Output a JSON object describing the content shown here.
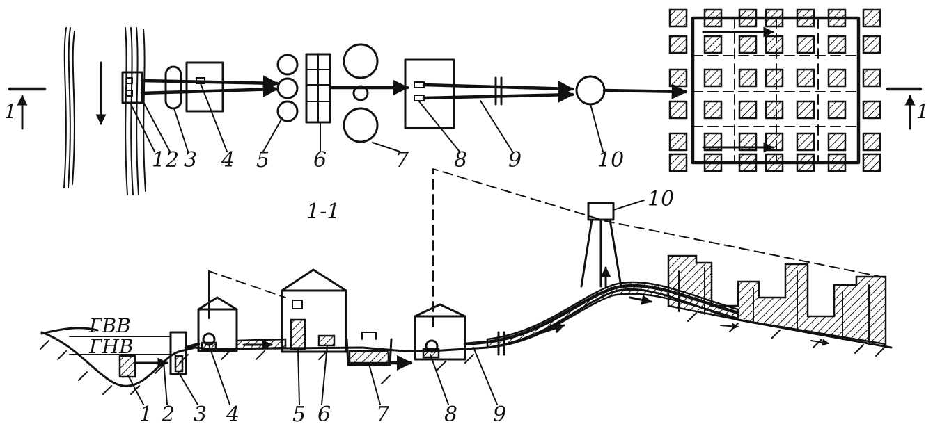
{
  "plan": {
    "section_marks": [
      "1",
      "1"
    ],
    "labels": [
      "1",
      "2",
      "3",
      "4",
      "5",
      "6",
      "7",
      "8",
      "9",
      "10"
    ]
  },
  "section": {
    "title": "1-1",
    "water_levels": {
      "high": "ГВВ",
      "low": "ГНВ"
    },
    "labels": [
      "1",
      "2",
      "3",
      "4",
      "5",
      "6",
      "7",
      "8",
      "9",
      "10"
    ]
  }
}
